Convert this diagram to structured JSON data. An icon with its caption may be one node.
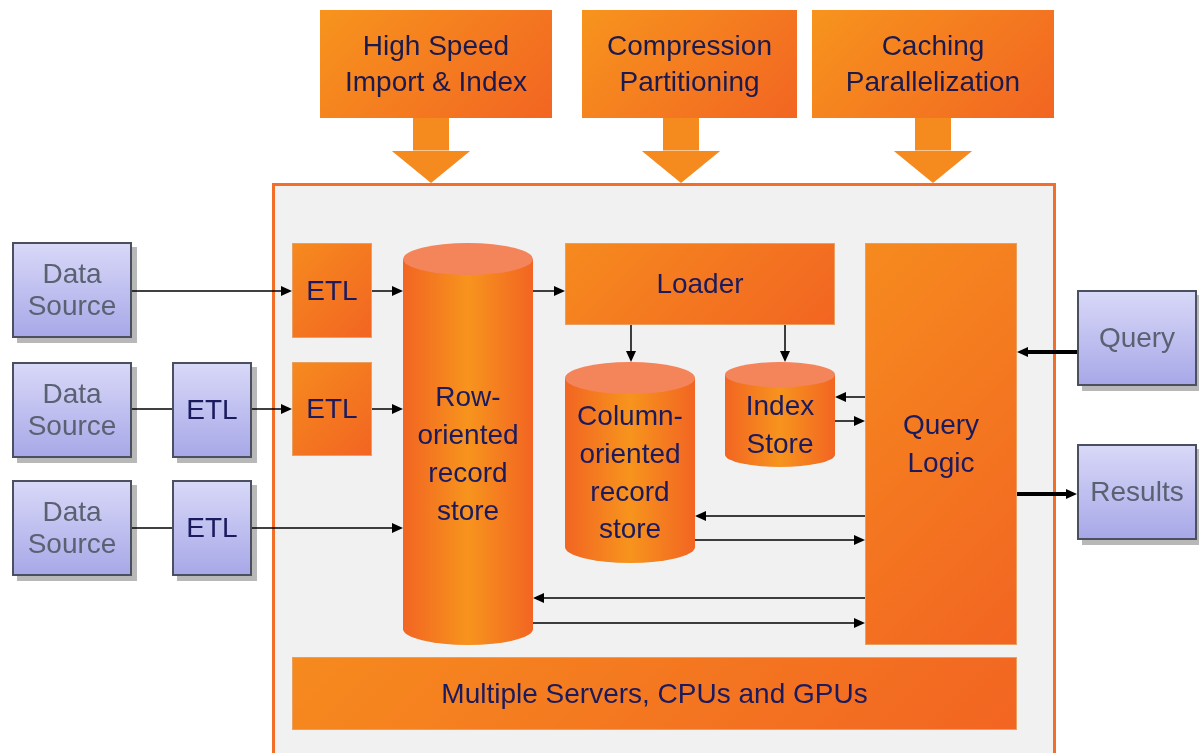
{
  "diagram": {
    "nodes": [
      {
        "text": [
          "High Speed Import & Index"
        ]
      },
      {
        "text": [
          "Compression Partitioning"
        ]
      },
      {
        "text": [
          "Caching Parallelization"
        ]
      },
      {
        "text": [],
        "shape": "box"
      },
      {
        "text": [
          "Data Source"
        ]
      },
      {
        "text": [
          "Data Source"
        ]
      },
      {
        "text": [
          "ETL"
        ]
      },
      {
        "text": [
          "Data Source"
        ]
      },
      {
        "text": [
          "ETL"
        ]
      },
      {
        "text": [
          "ETL"
        ],
        "in": 3
      },
      {
        "text": [
          "ETL"
        ],
        "in": 3
      },
      {
        "text": [
          "Row-oriented record store"
        ],
        "in": 3
      },
      {
        "text": [
          "Loader"
        ],
        "in": 3
      },
      {
        "text": [
          "Column-oriented record store"
        ],
        "in": 3
      },
      {
        "text": [
          "Index Store"
        ],
        "in": 3
      },
      {
        "text": [
          "Query Logic"
        ],
        "in": 3
      },
      {
        "text": [
          "Multiple Servers, CPUs and GPUs"
        ],
        "in": 3
      },
      {
        "text": [
          "Query"
        ]
      },
      {
        "text": [
          "Results"
        ]
      }
    ],
    "edges": [
      {
        "from": 0,
        "to": 3,
        "arrow": "to",
        "style": "thick",
        "color": "#f58a1f"
      },
      {
        "from": 1,
        "to": 3,
        "arrow": "to",
        "style": "thick",
        "color": "#f58a1f"
      },
      {
        "from": 2,
        "to": 3,
        "arrow": "to",
        "style": "thick",
        "color": "#f58a1f"
      },
      {
        "from": 4,
        "to": 9,
        "arrow": "to"
      },
      {
        "from": 5,
        "to": 6,
        "arrow": "none"
      },
      {
        "from": 6,
        "to": 10,
        "arrow": "to"
      },
      {
        "from": 9,
        "to": 11,
        "arrow": "to"
      },
      {
        "from": 10,
        "to": 11,
        "arrow": "to"
      },
      {
        "from": 7,
        "to": 8,
        "arrow": "none"
      },
      {
        "from": 8,
        "to": 11,
        "arrow": "to"
      },
      {
        "from": 11,
        "to": 12,
        "arrow": "to"
      },
      {
        "from": 12,
        "to": 13,
        "arrow": "to"
      },
      {
        "from": 12,
        "to": 14,
        "arrow": "to"
      },
      {
        "from": 15,
        "to": 14,
        "arrow": "to"
      },
      {
        "from": 14,
        "to": 15,
        "arrow": "to"
      },
      {
        "from": 15,
        "to": 13,
        "arrow": "to"
      },
      {
        "from": 13,
        "to": 15,
        "arrow": "to"
      },
      {
        "from": 15,
        "to": 11,
        "arrow": "to"
      },
      {
        "from": 11,
        "to": 15,
        "arrow": "to"
      },
      {
        "from": 17,
        "to": 15,
        "arrow": "to",
        "style": "thick"
      },
      {
        "from": 15,
        "to": 18,
        "arrow": "to",
        "style": "thick"
      }
    ]
  }
}
